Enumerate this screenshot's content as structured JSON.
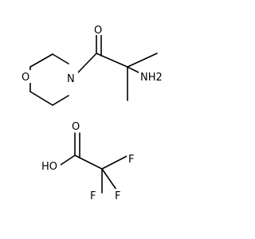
{
  "molecules": [
    {
      "atom_labels": {
        "morpholine_o": "O",
        "morpholine_n": "N",
        "carbonyl_o": "O",
        "amine": "NH2"
      }
    },
    {
      "atom_labels": {
        "carbonyl_o": "O",
        "hydroxyl": "HO",
        "fluorine_1": "F",
        "fluorine_2": "F",
        "fluorine_3": "F"
      }
    }
  ]
}
